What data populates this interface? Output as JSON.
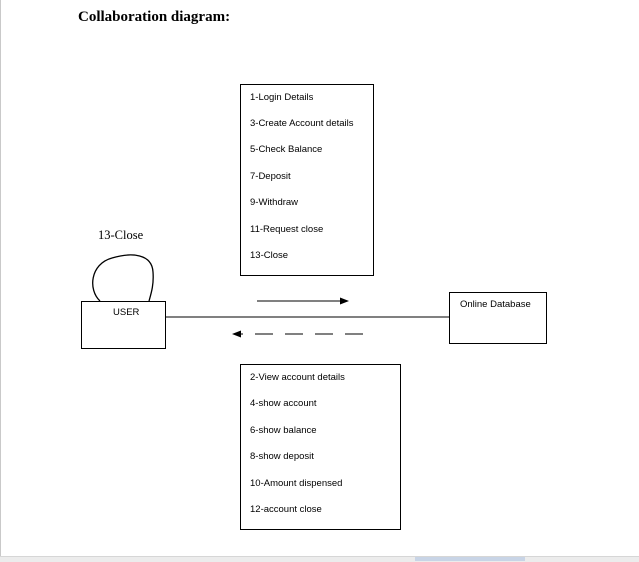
{
  "title": "Collaboration diagram:",
  "objects": {
    "user": "USER",
    "database": "Online Database"
  },
  "self_message": "13-Close",
  "requests": [
    "1-Login Details",
    "3-Create Account details",
    "5-Check Balance",
    "7-Deposit",
    "9-Withdraw",
    "11-Request close",
    "13-Close"
  ],
  "responses": [
    "2-View account details",
    "4-show account",
    "6-show balance",
    "8-show deposit",
    "10-Amount dispensed",
    "12-account close"
  ]
}
